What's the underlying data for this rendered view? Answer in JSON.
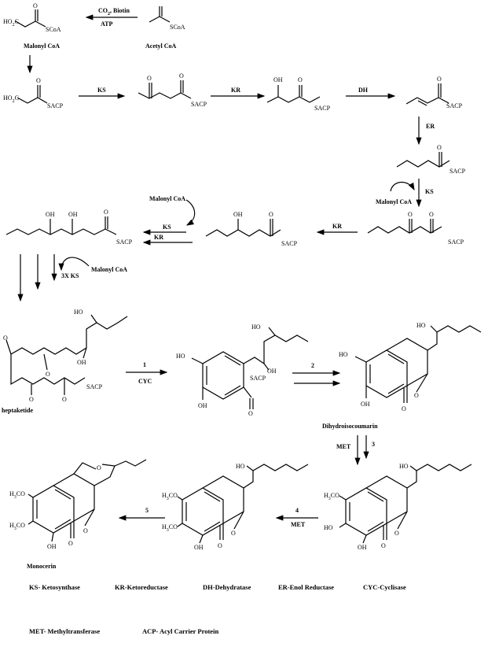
{
  "reagents": {
    "co2_biotin": "CO",
    "co2_sub": "2",
    "biotin": ", Biotin",
    "atp": "ATP"
  },
  "compounds": {
    "malonyl_coa_1": "Malonyl CoA",
    "acetyl_coa": "Acetyl CoA",
    "malonyl_coa_2": "Malonyl CoA",
    "malonyl_coa_3": "Malonyl CoA",
    "malonyl_coa_4": "Malonyl CoA",
    "heptaketide": "heptaketide",
    "dihydroisocoumarin": "Dihydroisocoumarin",
    "monocerin": "Monocerin"
  },
  "groups": {
    "ho2c": "HO",
    "ho2c_sub": "2",
    "ho2c_c": "C",
    "scoa": "SCoA",
    "sacp": "SACP",
    "oh": "OH",
    "ho": "HO",
    "o": "O",
    "h3co": "H",
    "h3co_sub": "3",
    "h3co_co": "CO"
  },
  "enzymes": {
    "ks": "KS",
    "kr": "KR",
    "dh": "DH",
    "er": "ER",
    "ks_kr_ks": "KS",
    "ks_kr_kr": "KR",
    "three_x_ks": "3X KS",
    "met": "MET"
  },
  "steps": {
    "s1": "1",
    "s1_label": "CYC",
    "s2": "2",
    "s3": "3",
    "s4": "4",
    "s4_label": "MET",
    "s5": "5"
  },
  "key": {
    "ks": "KS- Ketosynthase",
    "kr": "KR-Ketoreductase",
    "dh": "DH-Dehydratase",
    "er": "ER-Enol Reductase",
    "cyc": "CYC-Cyclisase",
    "met": "MET- Methyltransferase",
    "acp": "ACP- Acyl Carrier Protein"
  }
}
